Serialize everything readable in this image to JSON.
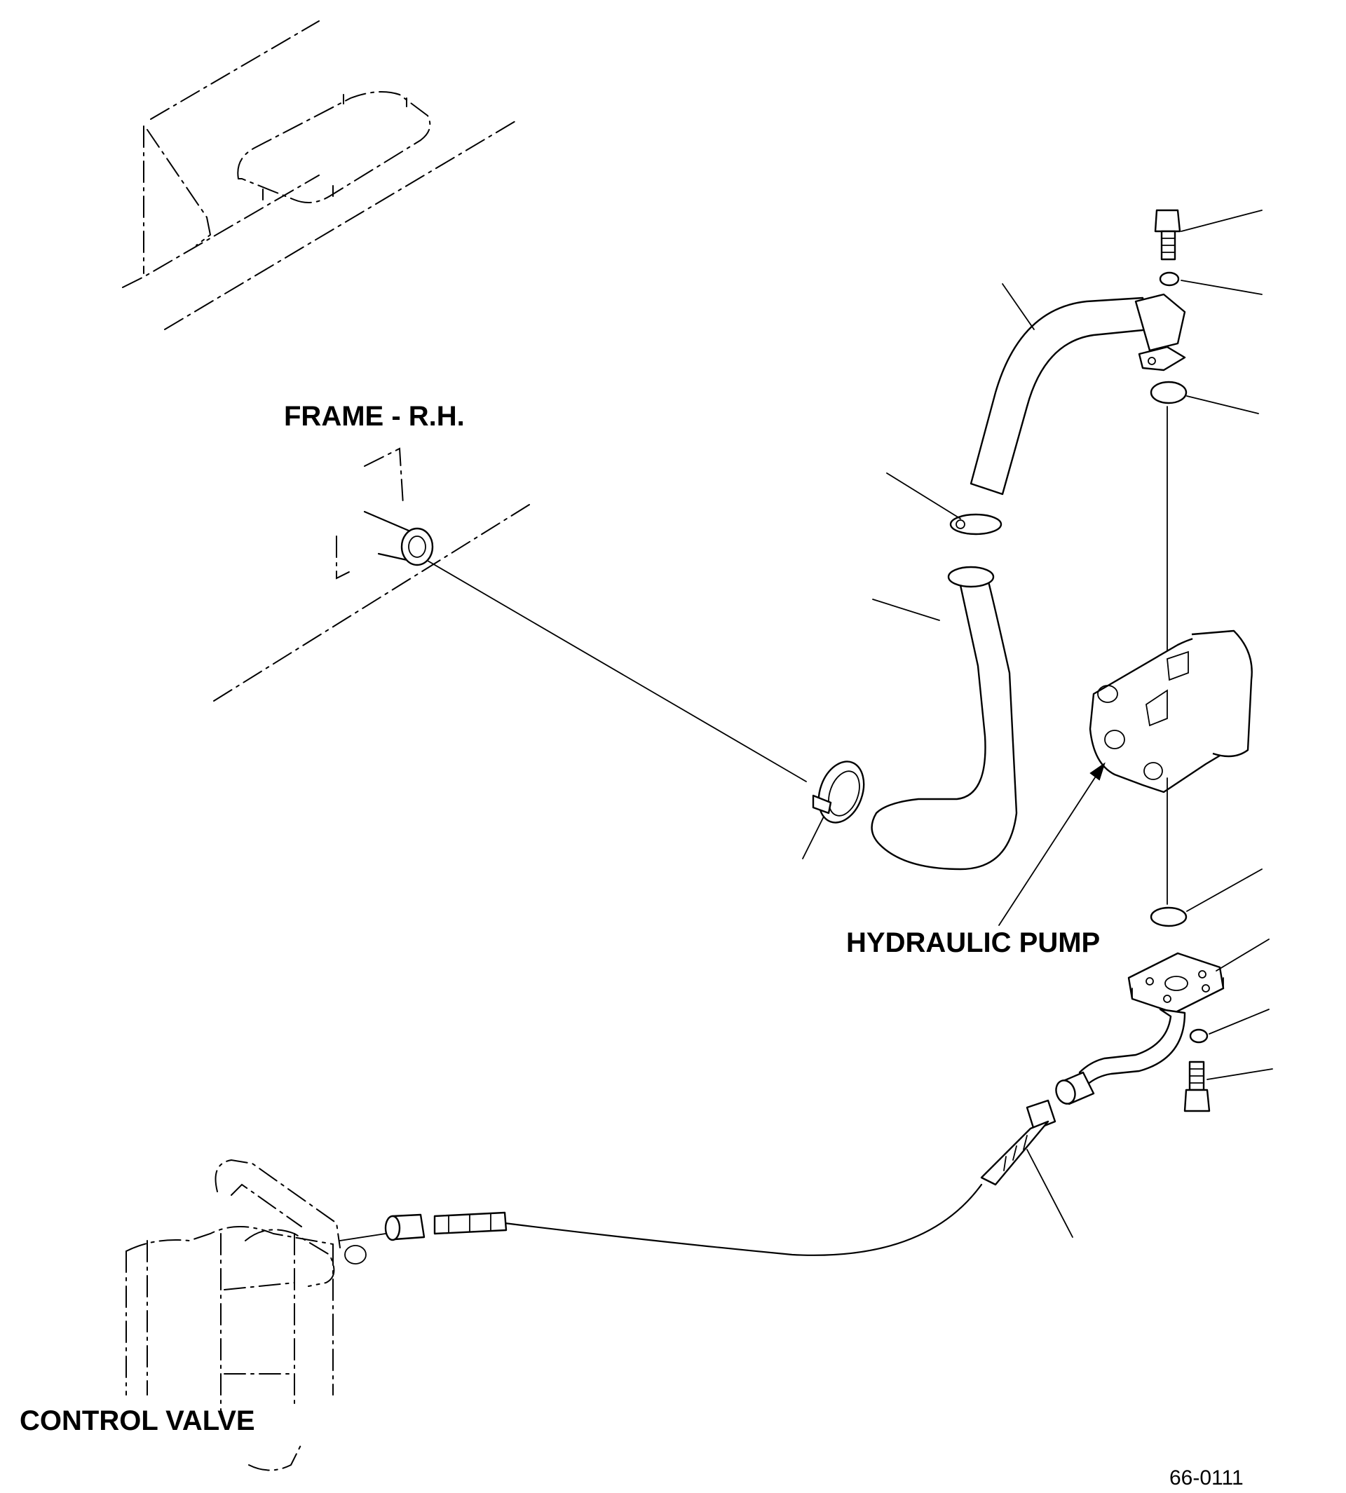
{
  "labels": {
    "frame": "FRAME - R.H.",
    "pump": "HYDRAULIC PUMP",
    "valve": "CONTROL VALVE"
  },
  "drawing_number": "66-0111"
}
